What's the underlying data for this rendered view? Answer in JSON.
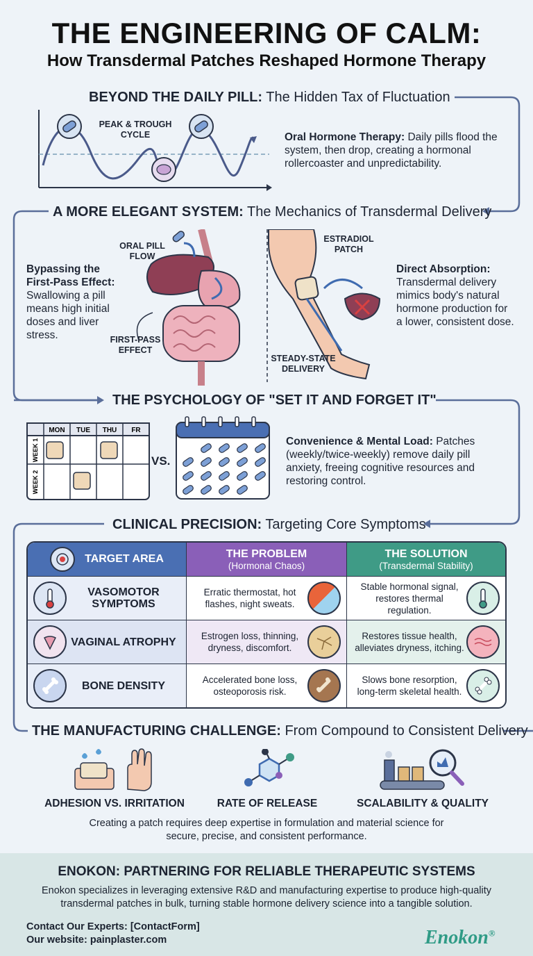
{
  "header": {
    "title": "THE ENGINEERING OF CALM:",
    "subtitle": "How Transdermal Patches Reshaped Hormone Therapy"
  },
  "section1": {
    "heading_bold": "BEYOND THE DAILY PILL:",
    "heading_rest": "The Hidden Tax of Fluctuation",
    "chart_label": "PEAK & TROUGH CYCLE",
    "desc_bold": "Oral Hormone Therapy:",
    "desc_rest": "Daily pills flood the system, then drop, creating a hormonal rollercoaster and unpredictability."
  },
  "section2": {
    "heading_bold": "A MORE ELEGANT SYSTEM:",
    "heading_rest": "The Mechanics of Transdermal Delivery",
    "left_bold": "Bypassing the First-Pass Effect:",
    "left_rest": "Swallowing a pill means high initial doses and liver stress.",
    "label_oral": "ORAL PILL FLOW",
    "label_firstpass": "FIRST-PASS EFFECT",
    "label_patch": "ESTRADIOL PATCH",
    "label_steady": "STEADY-STATE DELIVERY",
    "right_bold": "Direct Absorption:",
    "right_rest": "Transdermal delivery mimics body's natural hormone production for a lower, consistent dose."
  },
  "section3": {
    "heading": "THE PSYCHOLOGY OF \"SET IT AND FORGET IT\"",
    "days": [
      "MON",
      "TUE",
      "THU",
      "FR"
    ],
    "week1": "WEEK 1",
    "week2": "WEEK 2",
    "vs": "VS.",
    "desc_bold": "Convenience & Mental Load:",
    "desc_rest": "Patches (weekly/twice-weekly) remove daily pill anxiety, freeing cognitive resources and restoring control."
  },
  "section4": {
    "heading_bold": "CLINICAL PRECISION:",
    "heading_rest": "Targeting Core Symptoms",
    "col1": "TARGET AREA",
    "col2": "THE PROBLEM",
    "col2_sub": "(Hormonal Chaos)",
    "col3": "THE SOLUTION",
    "col3_sub": "(Transdermal Stability)",
    "rows": [
      {
        "target": "VASOMOTOR SYMPTOMS",
        "problem": "Erratic thermostat, hot flashes, night sweats.",
        "solution": "Stable hormonal signal, restores thermal regulation."
      },
      {
        "target": "VAGINAL ATROPHY",
        "problem": "Estrogen loss, thinning, dryness, discomfort.",
        "solution": "Restores tissue health, alleviates dryness, itching."
      },
      {
        "target": "BONE DENSITY",
        "problem": "Accelerated bone loss, osteoporosis risk.",
        "solution": "Slows bone resorption, long-term skeletal health."
      }
    ],
    "colors": {
      "blue": "#4a6fb3",
      "purple": "#8a5fb8",
      "teal": "#3f9b86"
    }
  },
  "section5": {
    "heading_bold": "THE MANUFACTURING CHALLENGE:",
    "heading_rest": "From Compound to Consistent Delivery",
    "items": [
      "ADHESION VS. IRRITATION",
      "RATE OF RELEASE",
      "SCALABILITY & QUALITY"
    ],
    "desc": "Creating a patch requires deep expertise in formulation and material science for secure, precise, and consistent performance."
  },
  "footer": {
    "heading": "ENOKON: PARTNERING FOR RELIABLE THERAPEUTIC SYSTEMS",
    "desc": "Enokon specializes in leveraging extensive R&D and manufacturing expertise to produce high-quality transdermal patches in bulk, turning stable hormone delivery science into a tangible solution.",
    "contact": "Contact Our Experts: [ContactForm]",
    "website": "Our website: painplaster.com",
    "logo": "Enokon",
    "logo_mark": "®"
  }
}
